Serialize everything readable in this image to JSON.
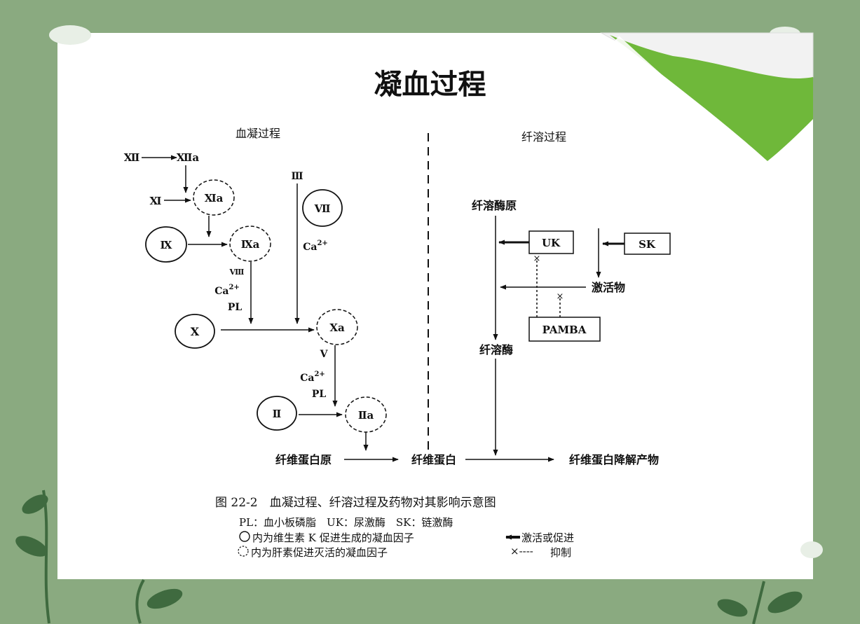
{
  "slide": {
    "title": "凝血过程",
    "colors": {
      "background": "#8aaa80",
      "leaf": "#3f6a3f",
      "page_curl": "#6fb83a"
    }
  },
  "diagram": {
    "sections": {
      "coagulation": "血凝过程",
      "fibrinolysis": "纤溶过程"
    },
    "coagulation": {
      "f12": "Ⅻ",
      "f12a": "Ⅻa",
      "f11": "Ⅺ",
      "f11a": "Ⅺa",
      "f9": "Ⅸ",
      "f9a": "Ⅸa",
      "f8": "Ⅷ",
      "ca1": "Ca",
      "pl1": "PL",
      "f3": "Ⅲ",
      "f7": "Ⅶ",
      "ca2": "Ca",
      "f10": "Ⅹ",
      "f10a": "Xa",
      "f5": "V",
      "ca3": "Ca",
      "pl3": "PL",
      "f2": "Ⅱ",
      "f2a": "Ⅱa",
      "charge": "2+"
    },
    "fibrinolysis": {
      "plasminogen": "纤溶酶原",
      "uk": "UK",
      "sk": "SK",
      "activator": "激活物",
      "pamba": "PAMBA",
      "plasmin": "纤溶酶",
      "inhibit_mark": "×"
    },
    "bottom": {
      "fibrinogen": "纤维蛋白原",
      "fibrin": "纤维蛋白",
      "fdp": "纤维蛋白降解产物"
    }
  },
  "caption": {
    "figure": "图 22-2　血凝过程、纤溶过程及药物对其影响示意图",
    "abbrev": "PL：血小板磷脂　UK：尿激酶　SK：链激酶",
    "legend_solid": "内为维生素 K 促进生成的凝血因子",
    "legend_dashed": "内为肝素促进灭活的凝血因子",
    "legend_activate": "激活或促进",
    "legend_inhibit_mark": "×----",
    "legend_inhibit": "抑制"
  }
}
